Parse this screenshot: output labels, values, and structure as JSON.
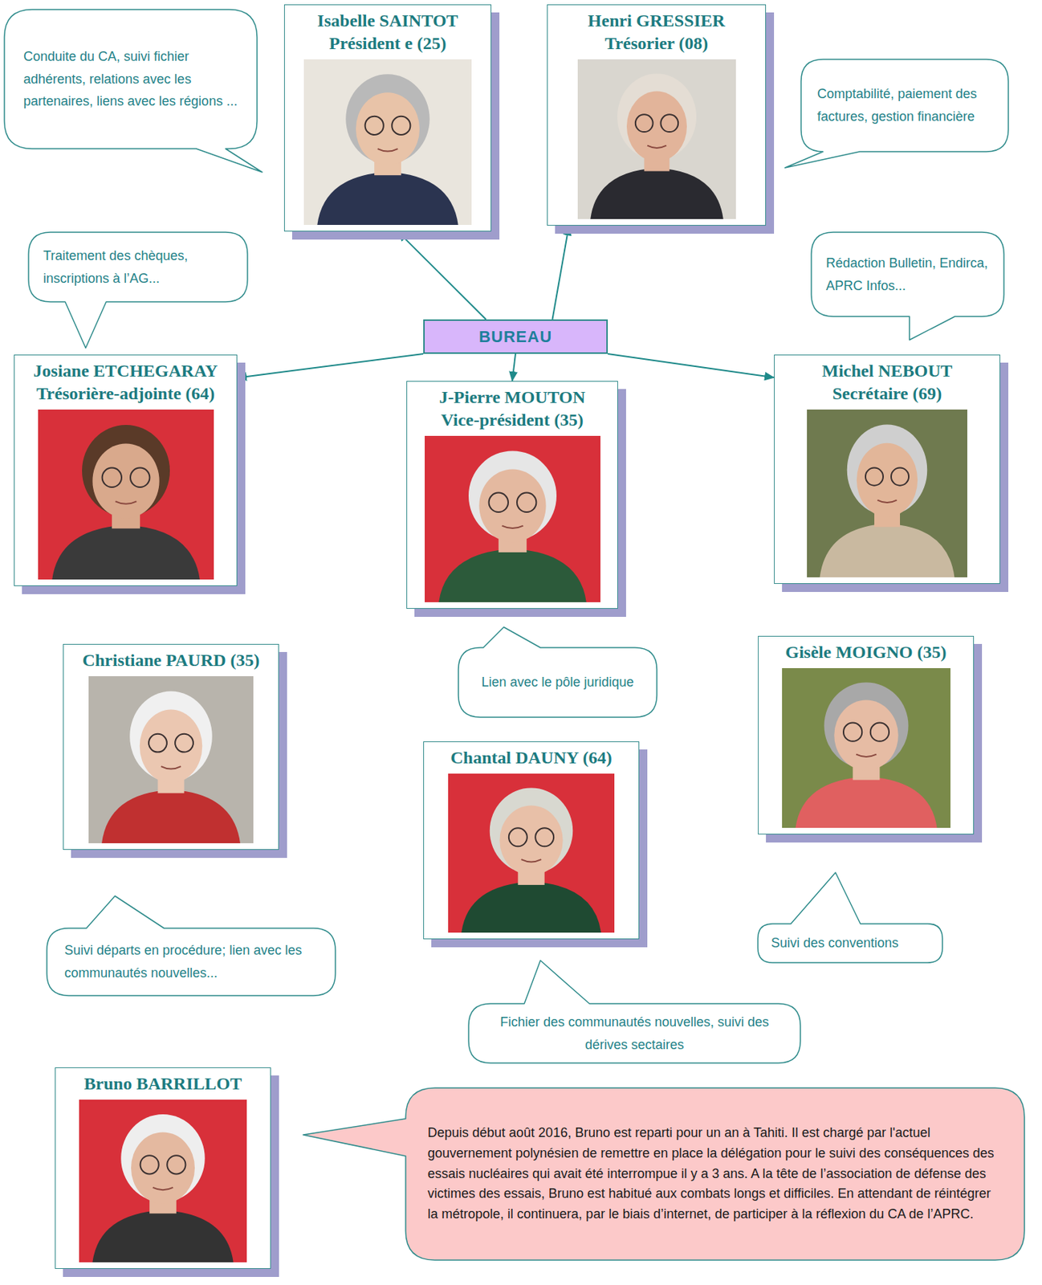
{
  "diagram": {
    "nodes": [
      {
        "text": [
          "Conduite du CA, suivi fichier adhérents, relations avec les partenaires, liens avec les régions ..."
        ]
      },
      {
        "text": [
          "Isabelle SAINTOT",
          "Président e (25)"
        ]
      },
      {
        "text": [
          "Henri GRESSIER",
          "Trésorier (08)"
        ]
      },
      {
        "text": [
          "Comptabilité, paiement des factures, gestion financière"
        ]
      },
      {
        "text": [
          "Traitement des chèques, inscriptions à l’AG..."
        ]
      },
      {
        "text": [
          "Rédaction Bulletin, Endirca, APRC Infos..."
        ]
      },
      {
        "text": [
          "BUREAU"
        ]
      },
      {
        "text": [
          "Josiane ETCHEGARAY",
          "Trésorière-adjointe (64)"
        ]
      },
      {
        "text": [
          "J-Pierre MOUTON",
          "Vice-président (35)"
        ]
      },
      {
        "text": [
          "Michel NEBOUT",
          "Secrétaire (69)"
        ]
      },
      {
        "text": [
          "Christiane PAURD (35)"
        ]
      },
      {
        "text": [
          "Lien avec le pôle juridique"
        ]
      },
      {
        "text": [
          "Gisèle MOIGNO (35)"
        ]
      },
      {
        "text": [
          "Chantal DAUNY (64)"
        ]
      },
      {
        "text": [
          "Suivi départs en procédure; lien avec les communautés nouvelles..."
        ]
      },
      {
        "text": [
          "Suivi des conventions"
        ]
      },
      {
        "text": [
          "Fichier des communautés nouvelles, suivi des dérives sectaires"
        ]
      },
      {
        "text": [
          "Bruno BARRILLOT"
        ]
      },
      {
        "text": [
          "Depuis début août 2016, Bruno est reparti pour un an à Tahiti. Il est chargé par l'actuel gouvernement polynésien de remettre en place la délégation pour le suivi des conséquences des essais nucléaires qui avait été interrompue il y a 3 ans. A la tête de l’association de défense des victimes des essais, Bruno est habitué aux combats longs et difficiles. En attendant de réintégrer la métropole, il continuera, par le biais d’internet, de participer à la réflexion du CA de l’APRC."
        ]
      }
    ],
    "edges": [
      {
        "from": 6,
        "to": 1,
        "arrow": "to"
      },
      {
        "from": 6,
        "to": 2,
        "arrow": "to"
      },
      {
        "from": 6,
        "to": 7,
        "arrow": "to"
      },
      {
        "from": 6,
        "to": 8,
        "arrow": "to"
      },
      {
        "from": 6,
        "to": 9,
        "arrow": "to"
      }
    ]
  }
}
